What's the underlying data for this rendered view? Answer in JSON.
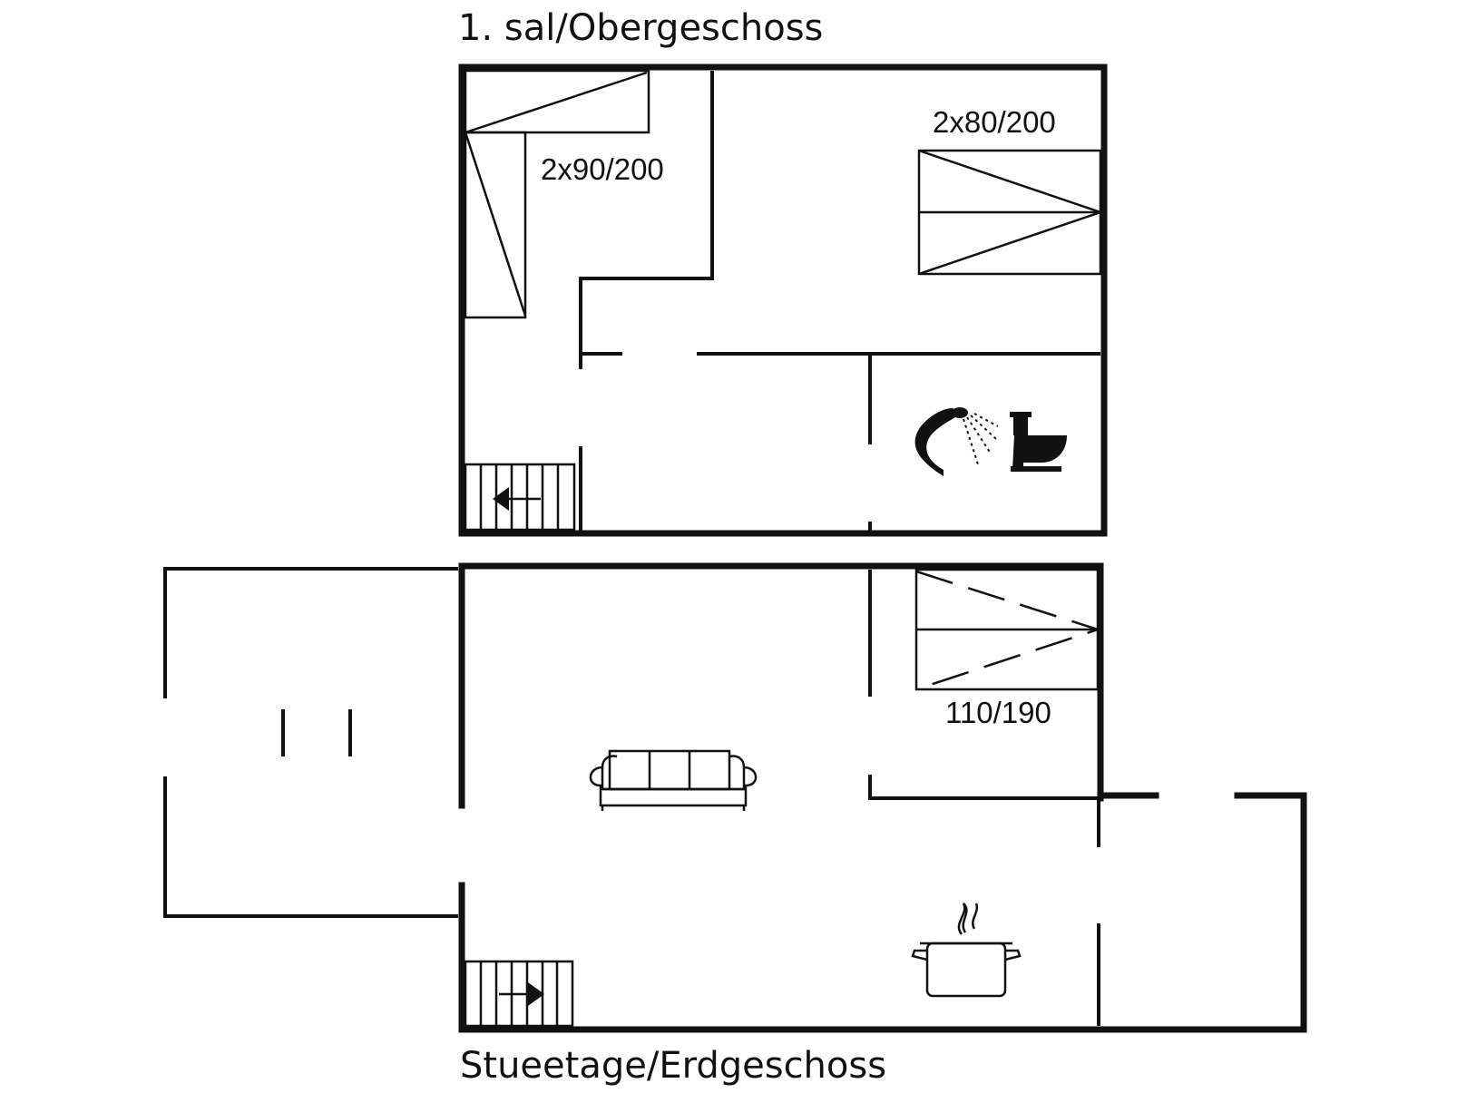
{
  "floors": {
    "upper": {
      "title": "1. sal/Obergeschoss",
      "beds": [
        "2x90/200",
        "2x80/200"
      ]
    },
    "ground": {
      "title": "Stueetage/Erdgeschoss",
      "beds": [
        "110/190"
      ]
    }
  },
  "icons": {
    "upper": [
      "twin-bed-icon",
      "twin-bed-icon",
      "shower-icon",
      "toilet-icon",
      "stairs-down-icon"
    ],
    "ground": [
      "bed-icon",
      "sofa-icon",
      "cooking-pot-icon",
      "stairs-up-icon"
    ]
  },
  "colors": {
    "line": "#111111",
    "background": "#ffffff"
  }
}
